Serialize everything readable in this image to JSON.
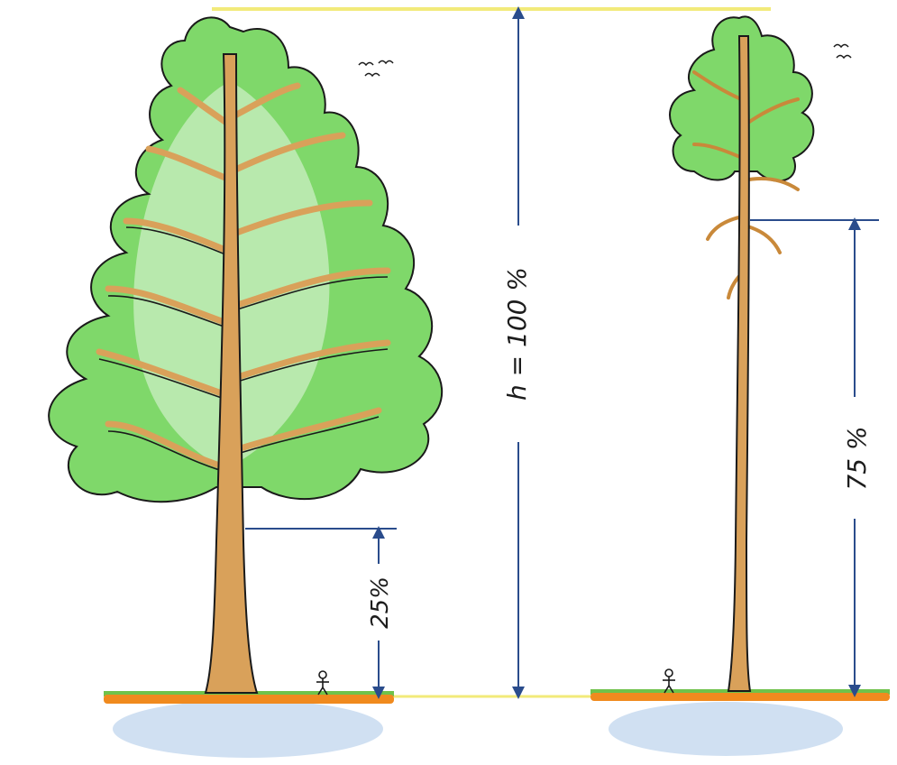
{
  "labels": {
    "total_height": "h = 100 %",
    "clear_bole_broadleaf": "25%",
    "clear_bole_conifer": "75 %"
  },
  "values": {
    "broadleaf_clear_bole_fraction": 0.25,
    "conifer_clear_bole_fraction": 0.75
  },
  "colors": {
    "foliage": "#7fd86a",
    "foliage_dark": "#2f9a3a",
    "trunk": "#d9a15a",
    "outline": "#1a1a1a",
    "ground_soil": "#f08a1e",
    "ground_grass": "#6fc24a",
    "water": "#aac6e8",
    "top_line": "#f2ea7a",
    "measure_line": "#2a4c8c"
  },
  "icons": {
    "birds_left": "birds-icon",
    "birds_right": "birds-icon",
    "person_left": "person-icon",
    "person_right": "person-icon"
  }
}
